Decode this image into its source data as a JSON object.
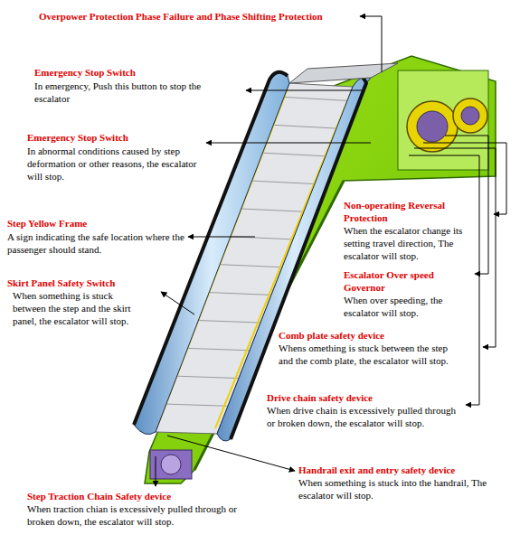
{
  "diagram": {
    "labels": [
      "Overpower Protection Phase Failure and Phase Shifting Protection",
      "Emergency Stop Switch",
      "In emergency, Push this button to stop the escalator",
      "Emergency Stop Switch",
      "In abnormal conditions caused by step deformation or other reasons, the escalator will stop.",
      "Step Yellow Frame",
      "A sign indicating the safe location where the passenger should stand.",
      "Skirt Panel Safety Switch",
      "When something is stuck between the step and the skirt panel, the escalator will stop.",
      "Non-operating Reversal Protection",
      "When the escalator change its setting travel direction, The escalator will stop.",
      "Escalator Over speed Governor",
      "When over speeding, the escalator will stop.",
      "Comb plate safety device",
      "Whens omething is stuck between the step and the comb plate, the escalator will stop.",
      "Drive chain safety device",
      "When drive chain is excessively pulled through or broken down, the escalator will stop.",
      "Handrail exit and entry safety device",
      "When something is stuck into the handrail, The escalator will stop.",
      "Step Traction Chain Safety device",
      "When traction chian is excessively pulled through or broken down, the escalator will stop."
    ]
  }
}
